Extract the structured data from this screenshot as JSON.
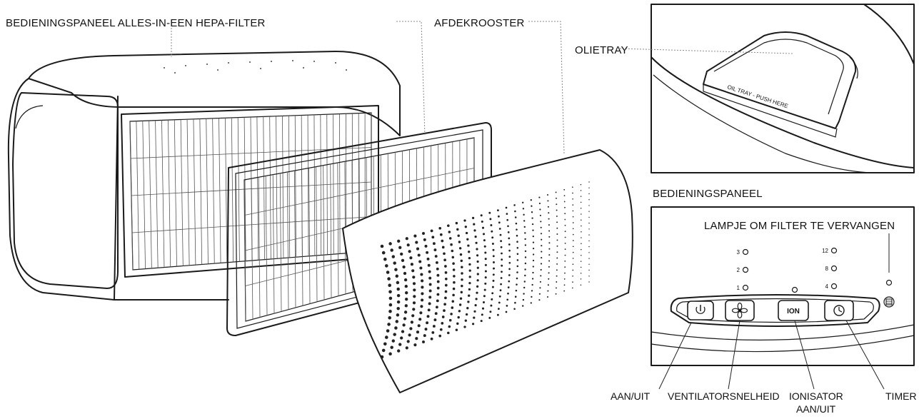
{
  "labels": {
    "control_panel_hepa": "BEDIENINGSPANEEL ALLES-IN-EEN HEPA-FILTER",
    "cover_grille": "AFDEKROOSTER",
    "oil_tray": "OLIETRAY",
    "oil_tray_sticker": "OIL TRAY - PUSH HERE",
    "control_panel": "BEDIENINGSPANEEL",
    "filter_light": "LAMPJE OM FILTER TE VERVANGEN",
    "on_off": "AAN/UIT",
    "fan_speed": "VENTILATORSNELHEID",
    "ionizer_line1": "IONISATOR",
    "ionizer_line2": "AAN/UIT",
    "timer": "TIMER"
  },
  "panel": {
    "speed_levels": [
      "3",
      "2",
      "1"
    ],
    "timer_levels": [
      "12",
      "8",
      "4"
    ],
    "ion_button": "ION"
  },
  "icons": {
    "power": "power-icon",
    "fan": "fan-icon",
    "timer": "clock-icon",
    "filter": "filter-icon"
  }
}
